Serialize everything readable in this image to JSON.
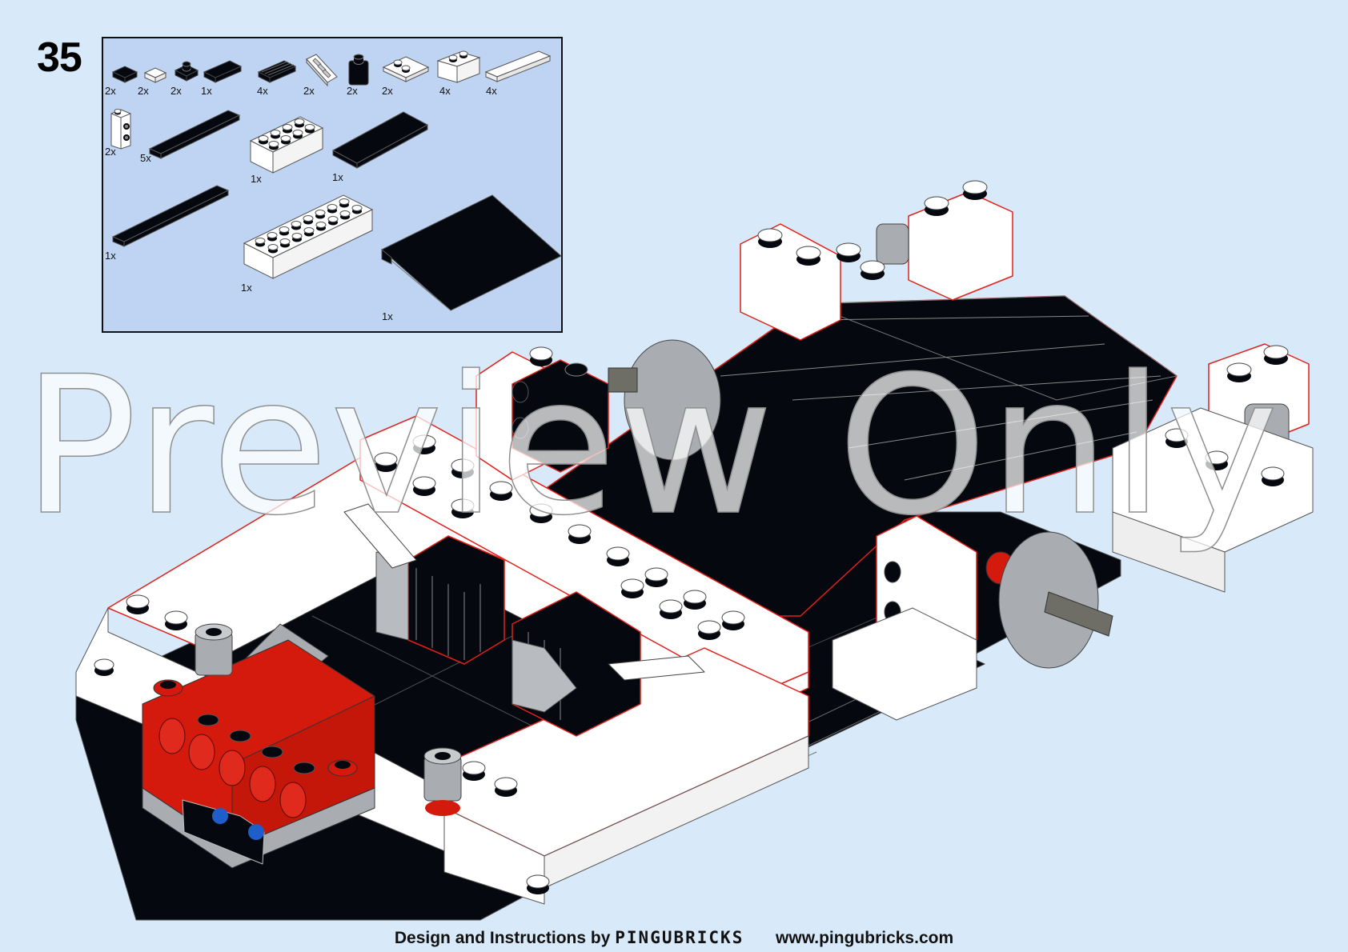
{
  "step": {
    "number": "35"
  },
  "parts_list": {
    "items": [
      {
        "name": "black-tile-1x1",
        "qty": "2x",
        "color": "#05080f"
      },
      {
        "name": "white-tile-1x1",
        "qty": "2x",
        "color": "#ffffff"
      },
      {
        "name": "black-plate-1x1",
        "qty": "2x",
        "color": "#05080f"
      },
      {
        "name": "black-tile-1x2",
        "qty": "1x",
        "color": "#05080f"
      },
      {
        "name": "black-grille-tile-1x2",
        "qty": "4x",
        "color": "#05080f"
      },
      {
        "name": "white-slope-grille",
        "qty": "2x",
        "color": "#ffffff"
      },
      {
        "name": "black-brick-1x1",
        "qty": "2x",
        "color": "#05080f"
      },
      {
        "name": "white-plate-2x2-corner",
        "qty": "2x",
        "color": "#ffffff"
      },
      {
        "name": "white-brick-1x2",
        "qty": "4x",
        "color": "#ffffff"
      },
      {
        "name": "white-tile-1x4",
        "qty": "4x",
        "color": "#ffffff"
      },
      {
        "name": "white-brick-1x1-studs-side",
        "qty": "2x",
        "color": "#ffffff"
      },
      {
        "name": "black-tile-1x6",
        "qty": "5x",
        "color": "#05080f"
      },
      {
        "name": "white-brick-2x4",
        "qty": "1x",
        "color": "#ffffff"
      },
      {
        "name": "black-tile-2x6",
        "qty": "1x",
        "color": "#05080f"
      },
      {
        "name": "black-tile-1x8",
        "qty": "1x",
        "color": "#05080f"
      },
      {
        "name": "white-brick-2x8",
        "qty": "1x",
        "color": "#ffffff"
      },
      {
        "name": "black-wedge-slope-6x8",
        "qty": "1x",
        "color": "#05080f"
      }
    ]
  },
  "watermark": {
    "text": "Preview Only"
  },
  "footer": {
    "prefix": "Design and Instructions by",
    "brand": "PINGUBRICKS",
    "url": "www.pingubricks.com"
  },
  "colors": {
    "background": "#d8eafa",
    "parts_box": "#bed4f2",
    "black_brick": "#05080f",
    "white_brick": "#ffffff",
    "red_brick": "#d41a0c",
    "gray_brick": "#a9adb1",
    "outline_red": "#e0201a"
  }
}
